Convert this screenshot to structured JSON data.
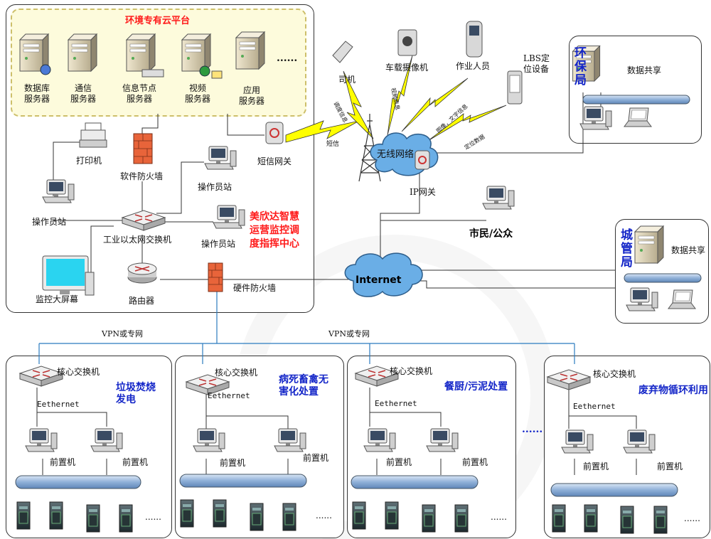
{
  "cloud": {
    "title": "环境专有云平台",
    "ellipsis": "......"
  },
  "servers": [
    {
      "line1": "数据库",
      "line2": "服务器",
      "icon": "database-server-icon"
    },
    {
      "line1": "通信",
      "line2": "服务器",
      "icon": "communication-server-icon"
    },
    {
      "line1": "信息节点",
      "line2": "服务器",
      "icon": "info-node-server-icon"
    },
    {
      "line1": "视频",
      "line2": "服务器",
      "icon": "video-server-icon"
    },
    {
      "line1": "应用",
      "line2": "服务器",
      "icon": "application-server-icon"
    }
  ],
  "center": {
    "printer": "打印机",
    "software_firewall": "软件防火墙",
    "operator_station": "操作员站",
    "switch": "工业以太网交换机",
    "monitor_screen": "监控大屏幕",
    "router": "路由器",
    "hardware_firewall": "硬件防火墙",
    "sms_gateway": "短信网关",
    "title_line1": "美欣达智慧",
    "title_line2": "运营监控调",
    "title_line3": "度指挥中心"
  },
  "wireless": {
    "network": "无线网络",
    "ip_gateway": "IP网关",
    "driver": "司机",
    "vehicle_camera": "车载摄像机",
    "field_worker": "作业人员",
    "lbs_line1": "LBS定",
    "lbs_line2": "位设备",
    "sms": "短信",
    "link_driver": "调度信息",
    "link_camera": "视频信息",
    "link_worker": "图像，文字信息",
    "link_lbs": "定位数据"
  },
  "internet": {
    "label": "Internet",
    "citizen": "市民/公众"
  },
  "bureaus": [
    {
      "name": [
        "环",
        "保",
        "局"
      ],
      "share": "数据共享"
    },
    {
      "name": [
        "城",
        "管",
        "局"
      ],
      "share": "数据共享"
    }
  ],
  "vpn_label": "VPN或专网",
  "sites": [
    {
      "title_line1": "垃圾焚烧",
      "title_line2": "发电",
      "core_switch": "核心交换机",
      "ethernet": "Eethernet",
      "front_pc": "前置机",
      "more": "......"
    },
    {
      "title_line1": "病死畜禽无",
      "title_line2": "害化处置",
      "core_switch": "核心交换机",
      "ethernet": "Eethernet",
      "front_pc": "前置机",
      "more": "......"
    },
    {
      "title_line1": "餐厨/污泥处置",
      "title_line2": "",
      "core_switch": "核心交换机",
      "ethernet": "Eethernet",
      "front_pc": "前置机",
      "more": "......"
    },
    {
      "title_line1": "废弃物循环利用",
      "title_line2": "",
      "core_switch": "核心交换机",
      "ethernet": "Eethernet",
      "front_pc": "前置机",
      "more": "......"
    }
  ],
  "sites_gap": "......",
  "colors": {
    "red_title": "#ff1b1b",
    "blue_title": "#1426c8",
    "cloud_fill": "#6aaee6",
    "bus_fill": "#8fb0d8",
    "vpn_line": "#2b7bbf",
    "lightning": "#ffff00"
  }
}
